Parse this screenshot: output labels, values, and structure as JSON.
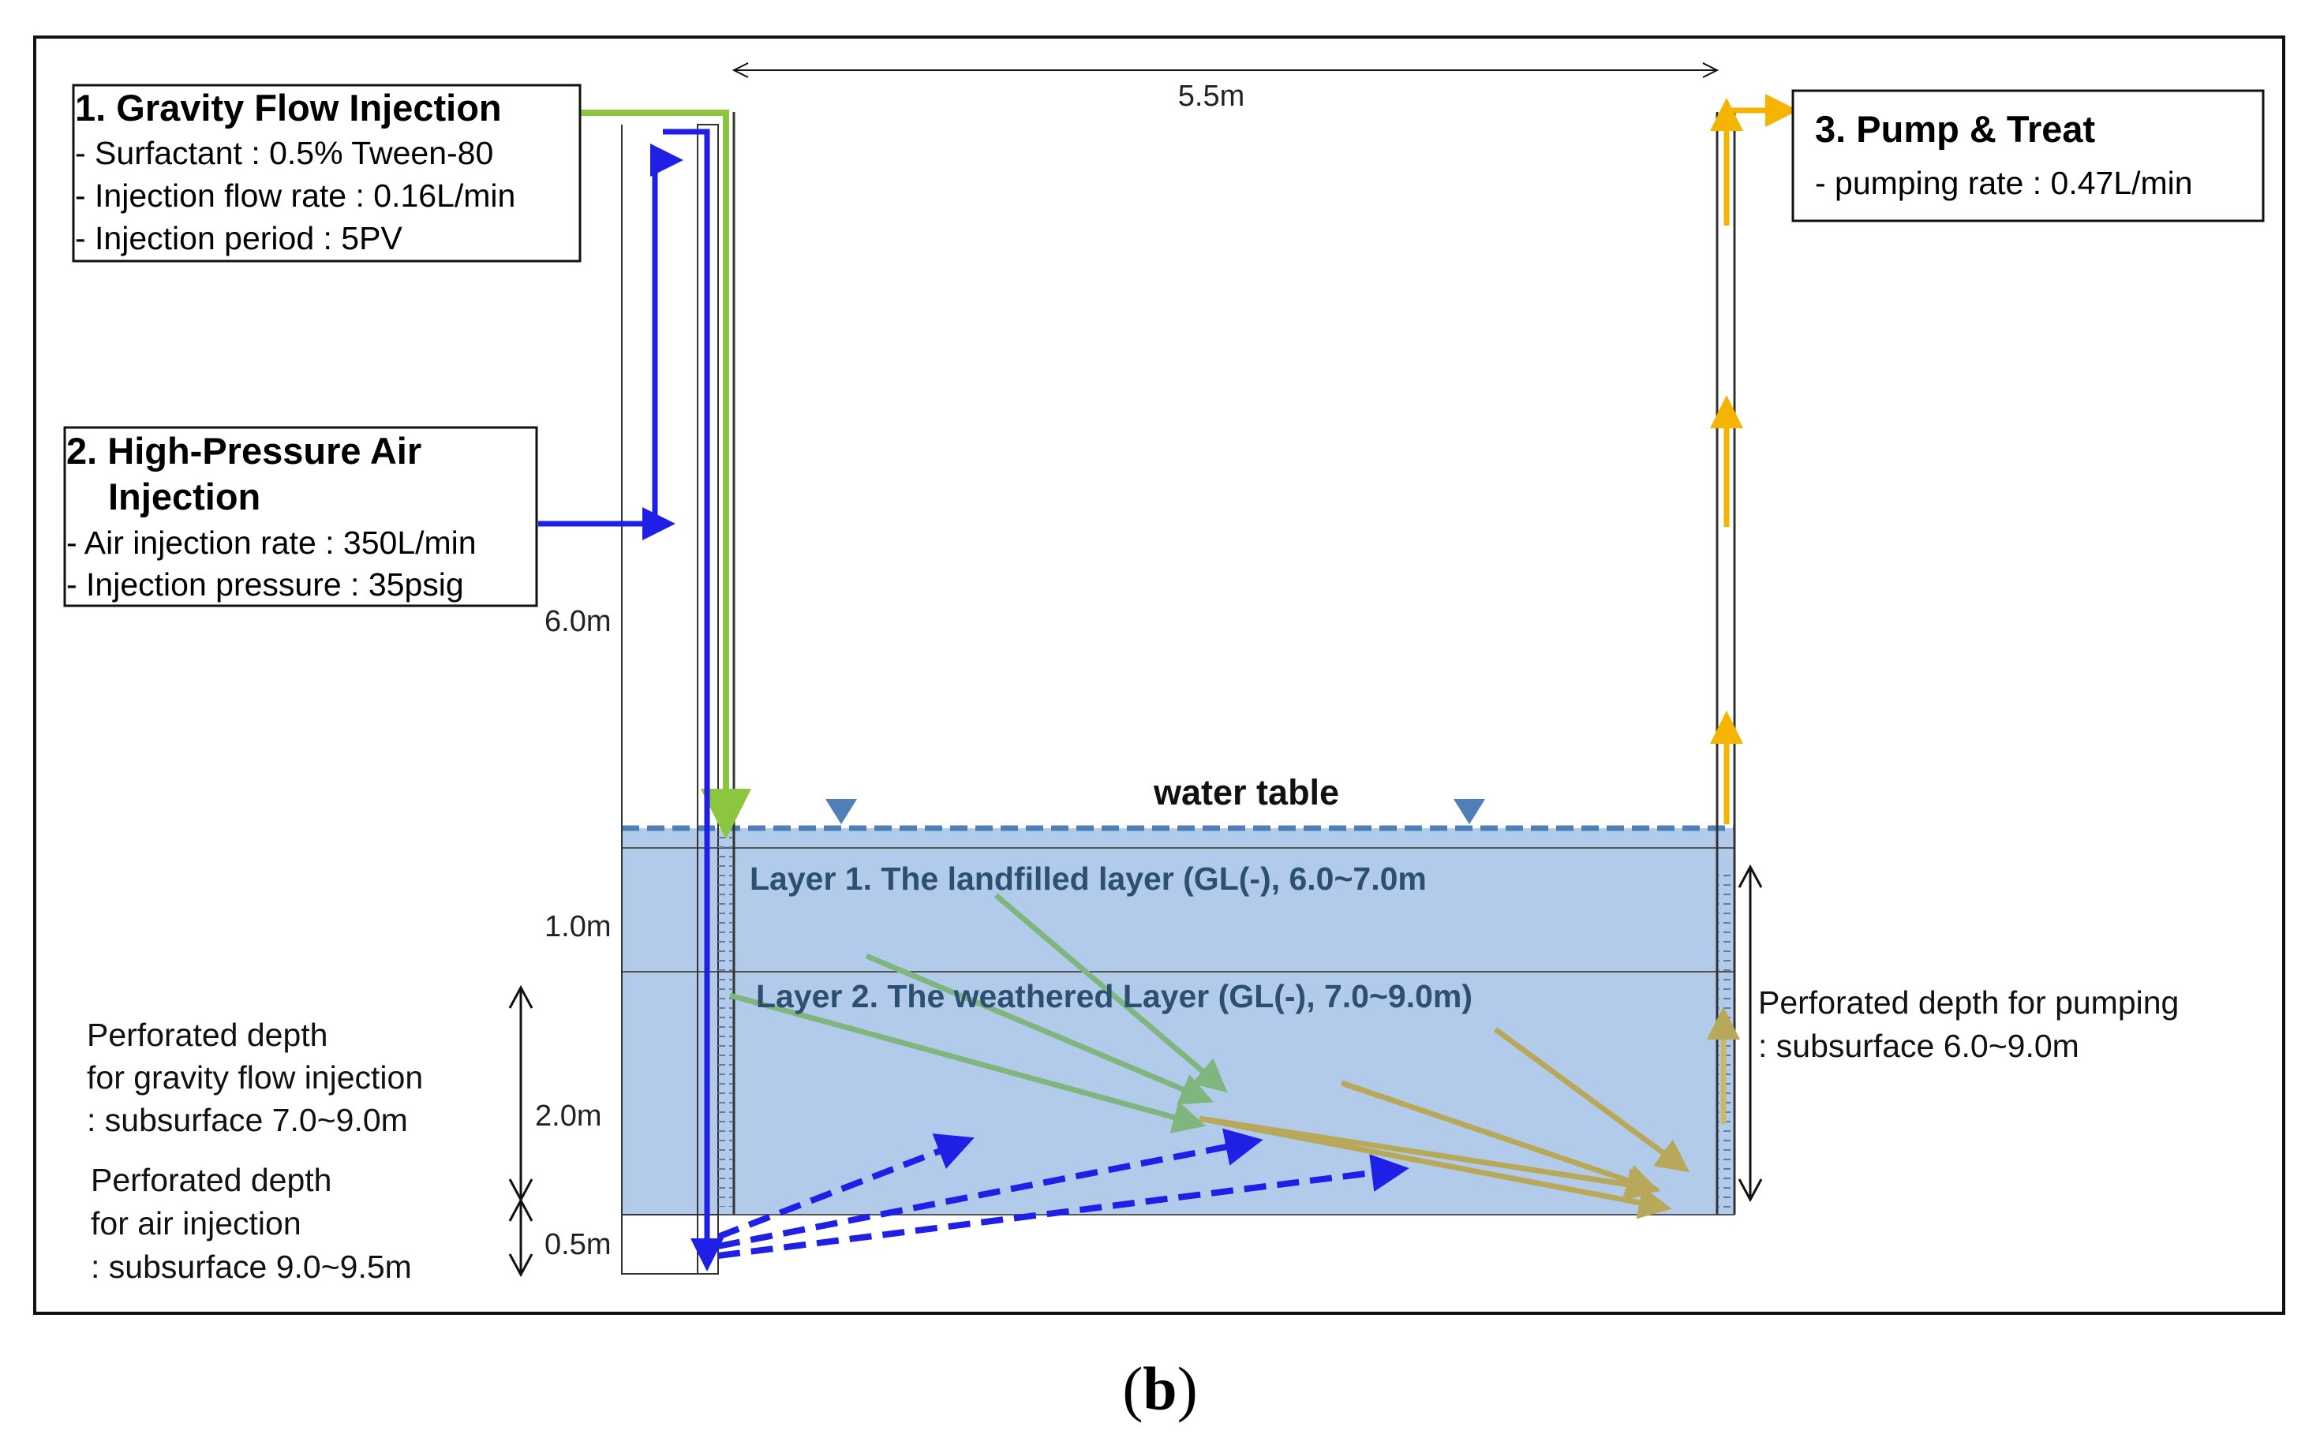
{
  "gravity_box": {
    "title": "1. Gravity Flow Injection",
    "lines": [
      "- Surfactant : 0.5% Tween-80",
      "- Injection flow rate : 0.16L/min",
      "- Injection period : 5PV"
    ]
  },
  "air_box": {
    "title_line1": "2. High-Pressure Air",
    "title_line2": "Injection",
    "lines": [
      "- Air injection rate : 350L/min",
      "- Injection pressure : 35psig"
    ]
  },
  "pump_box": {
    "title": "3. Pump & Treat",
    "lines": [
      "- pumping rate : 0.47L/min"
    ]
  },
  "dimensions": {
    "width": "5.5m",
    "depth_unsaturated": "6.0m",
    "layer1_thickness": "1.0m",
    "layer2_thickness": "2.0m",
    "bottom_thickness": "0.5m"
  },
  "water_table_label": "water table",
  "layers": {
    "layer1": "Layer 1. The landfilled layer (GL(-), 6.0~7.0m",
    "layer2": "Layer 2. The weathered Layer (GL(-), 7.0~9.0m)"
  },
  "notes": {
    "gravity": [
      "Perforated depth",
      "for gravity flow injection",
      ": subsurface 7.0~9.0m"
    ],
    "air": [
      "Perforated depth",
      "for air injection",
      ": subsurface 9.0~9.5m"
    ],
    "pump": [
      "Perforated depth for pumping",
      ": subsurface 6.0~9.0m"
    ]
  },
  "caption": "(b)",
  "colors": {
    "gravity_green": "#8cc63f",
    "air_blue": "#1f1fe6",
    "pump_yellow": "#f5b400",
    "layer_fill": "#b3cbea",
    "water_table": "#4f7fb8",
    "flow_green": "#7fb57f",
    "flow_olive": "#b8a95a"
  }
}
